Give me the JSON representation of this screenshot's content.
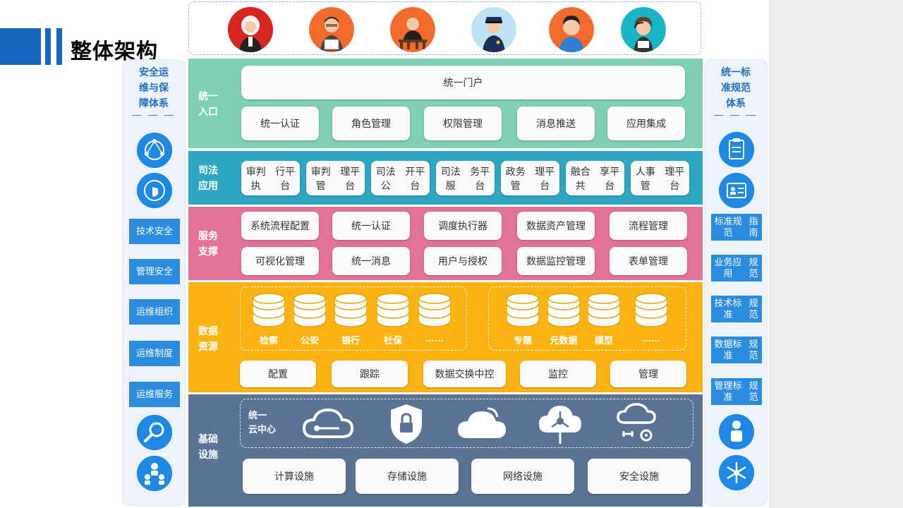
{
  "title": "整体架构",
  "avatars": [
    "judge-icon",
    "clerk-icon",
    "court-icon",
    "police-icon",
    "citizen-icon",
    "service-agent-icon"
  ],
  "left_panel": {
    "title": [
      "安全运",
      "维与保",
      "障体系"
    ],
    "dash": "— — —",
    "items": [
      "技术安全",
      "管理安全",
      "运维组织",
      "运维制度",
      "运维服务"
    ]
  },
  "right_panel": {
    "title": [
      "统一标",
      "准规范",
      "体系"
    ],
    "dash": "— — —",
    "items": [
      [
        "标准规范",
        "指南"
      ],
      [
        "业务应用",
        "规范"
      ],
      [
        "技术标准",
        "规范"
      ],
      [
        "数据标准",
        "规范"
      ],
      [
        "管理标准",
        "规范"
      ]
    ]
  },
  "layers": {
    "entry": {
      "label": [
        "统一",
        "入口"
      ],
      "portal": "统一门户",
      "items": [
        "统一认证",
        "角色管理",
        "权限管理",
        "消息推送",
        "应用集成"
      ]
    },
    "judicial": {
      "label": [
        "司法",
        "应用"
      ],
      "items": [
        [
          "审判执",
          "行平台"
        ],
        [
          "审判管",
          "理平台"
        ],
        [
          "司法公",
          "开平台"
        ],
        [
          "司法服",
          "务平台"
        ],
        [
          "政务管",
          "理平台"
        ],
        [
          "融合共",
          "享平台"
        ],
        [
          "人事管",
          "理平台"
        ]
      ]
    },
    "service": {
      "label": [
        "服务",
        "支撑"
      ],
      "row1": [
        "系统流程配置",
        "统一认证",
        "调度执行器",
        "数据资产管理",
        "流程管理"
      ],
      "row2": [
        "可视化管理",
        "统一消息",
        "用户与授权",
        "数据监控管理",
        "表单管理"
      ]
    },
    "data": {
      "label": [
        "数据",
        "资源"
      ],
      "group1": [
        "检察",
        "公安",
        "银行",
        "社保",
        "……"
      ],
      "group2": [
        "专题",
        "元数据",
        "模型",
        "……"
      ],
      "tools": [
        "配置",
        "跟踪",
        "数据交换中控",
        "监控",
        "管理"
      ]
    },
    "infra": {
      "label": [
        "基础",
        "设施"
      ],
      "cloud_label": [
        "统一",
        "云中心"
      ],
      "items": [
        "计算设施",
        "存储设施",
        "网络设施",
        "安全设施"
      ]
    }
  },
  "colors": {
    "entry": "#7fcfb2",
    "judicial": "#2ea6c4",
    "service": "#e17398",
    "data": "#fbb314",
    "infra": "#5a7294",
    "accent": "#1565c0"
  }
}
